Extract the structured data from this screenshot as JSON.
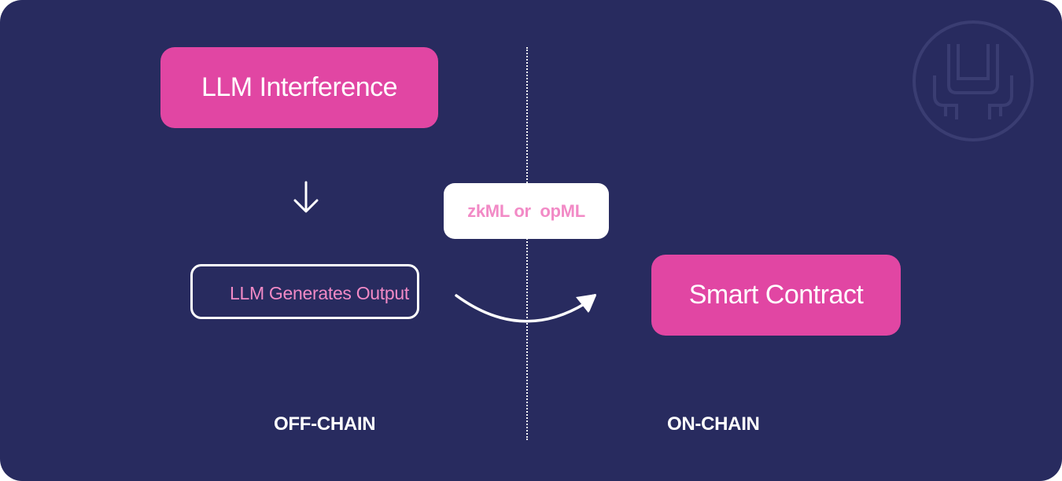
{
  "diagram": {
    "nodes": {
      "llm_interference": "LLM Interference",
      "llm_output": "LLM Generates Output",
      "verification": "zkML or  opML",
      "smart_contract": "Smart Contract"
    },
    "zones": {
      "off_chain": "OFF-CHAIN",
      "on_chain": "ON-CHAIN"
    },
    "edges": [
      {
        "from": "LLM Interference",
        "to": "LLM Generates Output"
      },
      {
        "from": "LLM Generates Output",
        "to": "Smart Contract"
      }
    ],
    "icons": {
      "down_arrow": "arrow-down-icon",
      "curved_arrow": "curved-arrow-icon",
      "logo": "watermark-logo-icon"
    }
  },
  "colors": {
    "background": "#282b5f",
    "accent": "#e146a3",
    "accent_light": "#f28ac6",
    "text": "#ffffff"
  }
}
